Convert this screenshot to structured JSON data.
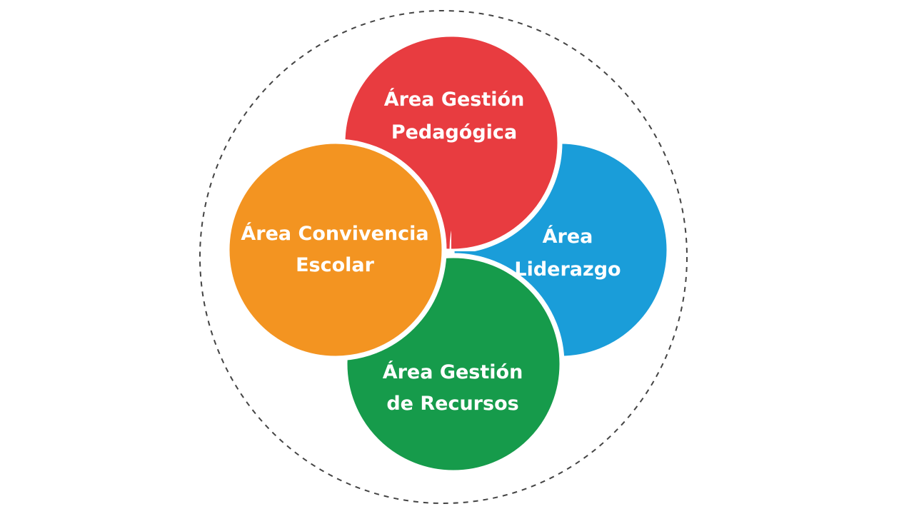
{
  "diagram": {
    "areas": [
      {
        "id": "pedagogica",
        "lines": [
          "Área Gestión",
          "Pedagógica"
        ],
        "color": "#e83c40"
      },
      {
        "id": "liderazgo",
        "lines": [
          "Área",
          "Liderazgo"
        ],
        "color": "#1a9dd9"
      },
      {
        "id": "recursos",
        "lines": [
          "Área Gestión",
          "de Recursos"
        ],
        "color": "#169b4b"
      },
      {
        "id": "convivencia",
        "lines": [
          "Área Convivencia",
          "Escolar"
        ],
        "color": "#f39421"
      }
    ],
    "outline_color": "#444444"
  }
}
